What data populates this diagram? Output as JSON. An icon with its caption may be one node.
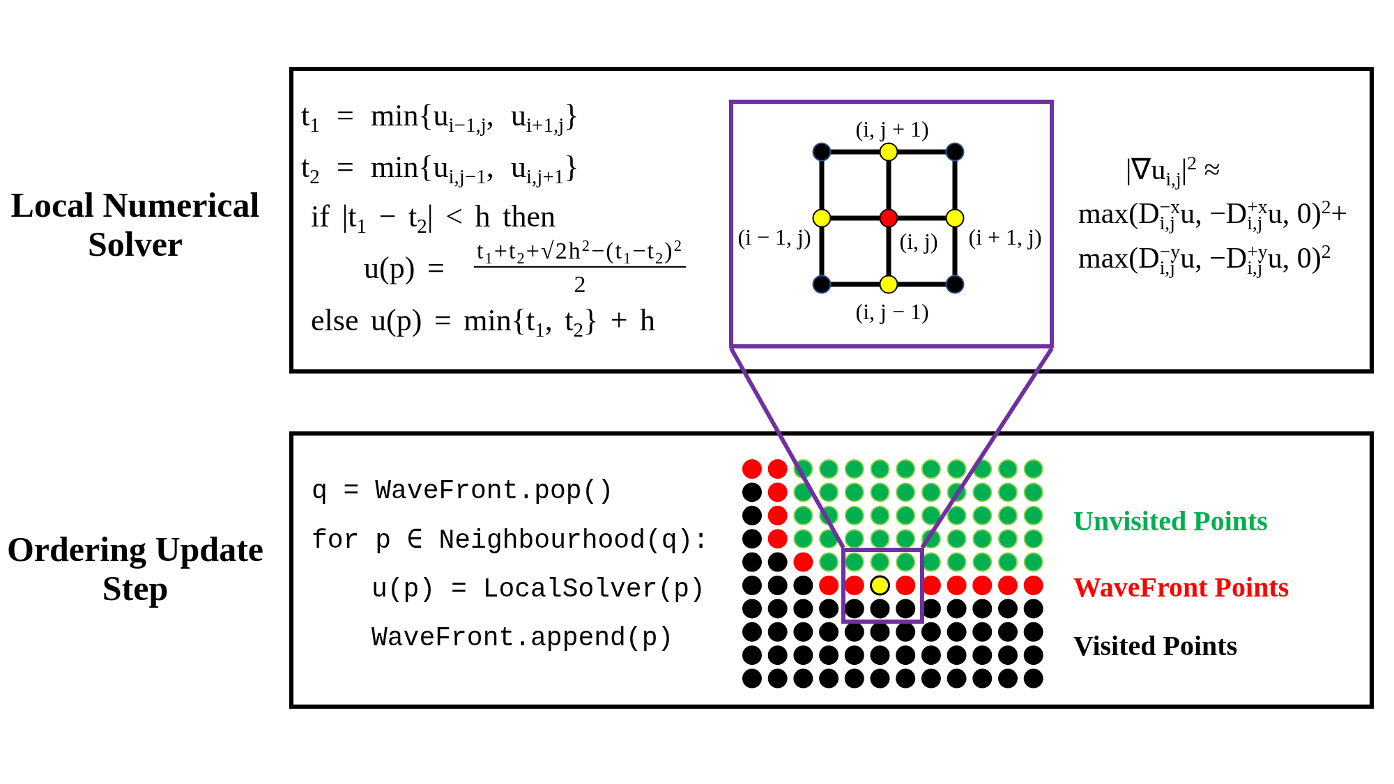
{
  "diagram": {
    "nodes": [
      {
        "text": [
          "t$_{1}$ = min{u$_{i−1,j}$, u$_{i+1,j}$}",
          "t$_{2}$ = min{u$_{i,j−1}$, u$_{i,j+1}$}",
          "if |t$_{1}$ − t$_{2}$| < h then",
          "u(p) =",
          "t$_{1}$+t$_{2}$+√2h$^{2}$−(t$_{1}$−t$_{2}$)$^{2}$",
          "2",
          "else u(p) = min{t$_{1}$, t$_{2}$} + h",
          "|∇u$_{i,j}$|$^{2}$ ≈",
          "max(D$_{i,j}$$^{−x}$u, −D$_{i,j}$$^{+x}$u, 0)$^{2}$+",
          "max(D$_{i,j}$$^{−y}$u, −D$_{i,j}$$^{+y}$u, 0)$^{2}$"
        ],
        "beside": [
          "Local Numerical Solver"
        ]
      },
      {
        "text": [
          "(i, j + 1)",
          "(i − 1, j)",
          "(i, j)",
          "(i + 1, j)",
          "(i, j − 1)"
        ],
        "in": 0
      },
      {
        "text": [
          "q = WaveFront.pop()",
          "for p ∈ Neighbourhood(q):",
          "u(p) = LocalSolver(p)",
          "WaveFront.append(p)"
        ],
        "beside": [
          "Ordering Update Step"
        ]
      },
      {
        "text": [],
        "shape": "box",
        "in": 2
      }
    ],
    "edges": [
      {
        "from": 1,
        "to": 3,
        "arrow": "none",
        "color": "#7030a0"
      },
      {
        "from": 1,
        "to": 3,
        "arrow": "none",
        "color": "#7030a0"
      }
    ],
    "legend": [
      {
        "text": "Unvisited Points",
        "color": "#00b050"
      },
      {
        "text": "WaveFront Points",
        "color": "#ff0000"
      },
      {
        "text": "Visited Points",
        "color": "#000000"
      }
    ]
  }
}
